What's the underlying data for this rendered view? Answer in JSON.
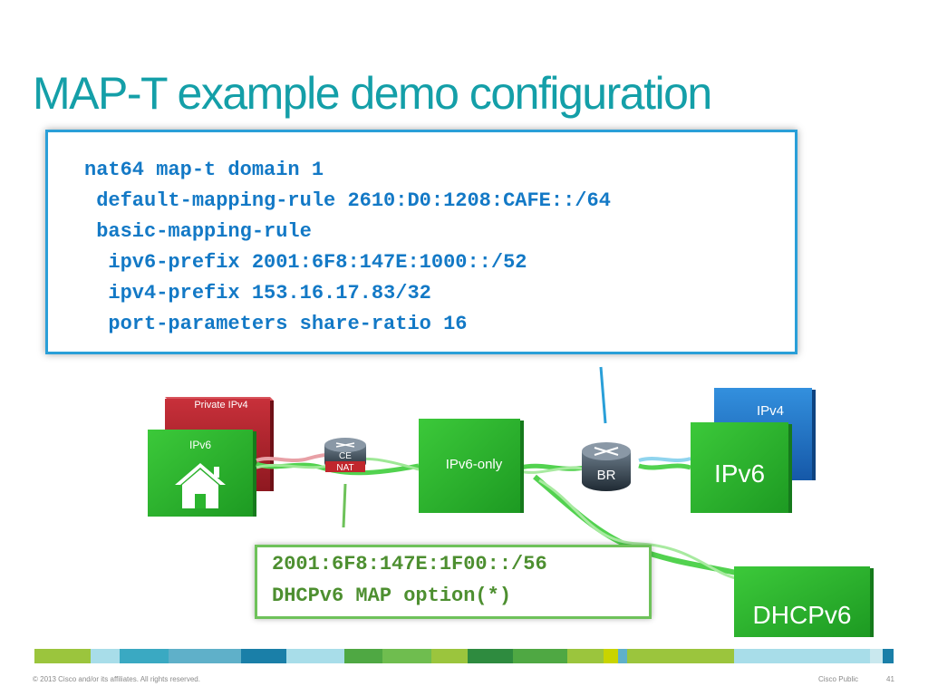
{
  "title": "MAP-T example demo configuration",
  "code_box": {
    "lines": [
      "nat64 map-t domain 1",
      " default-mapping-rule 2610:D0:1208:CAFE::/64",
      " basic-mapping-rule",
      "  ipv6-prefix 2001:6F8:147E:1000::/52",
      "  ipv4-prefix 153.16.17.83/32",
      "  port-parameters share-ratio 16"
    ]
  },
  "diagram": {
    "private_ipv4_label": "Private IPv4",
    "home_ipv6_label": "IPv6",
    "ce_label": "CE",
    "nat_label": "NAT",
    "ipv6_only_label": "IPv6-only",
    "br_label": "BR",
    "ipv4_label": "IPv4",
    "ipv6_label": "IPv6",
    "dhcpv6_label": "DHCPv6",
    "icons": [
      "home-icon",
      "router-icon",
      "br-router-icon"
    ]
  },
  "config_box": {
    "lines": [
      "2001:6F8:147E:1F00::/56",
      "DHCPv6 MAP option(*)"
    ]
  },
  "footer": {
    "copyright": "© 2013 Cisco and/or its affiliates. All rights reserved.",
    "classification": "Cisco Public",
    "page_number": "41"
  },
  "colors": {
    "title": "#149fa8",
    "code_text": "#1379c6",
    "code_border": "#2a9fd8",
    "config_text": "#4d8f30",
    "config_border": "#6ec25a",
    "green_block": "#2bb52e",
    "red_block": "#b3222b",
    "blue_block": "#1b6fc8"
  },
  "footer_bar_colors": [
    "#9bc53d",
    "#a8dde9",
    "#3aa9c2",
    "#1a7fa8",
    "#4fa843",
    "#2e8b3f",
    "#c8d400",
    "#5fb0c9"
  ]
}
